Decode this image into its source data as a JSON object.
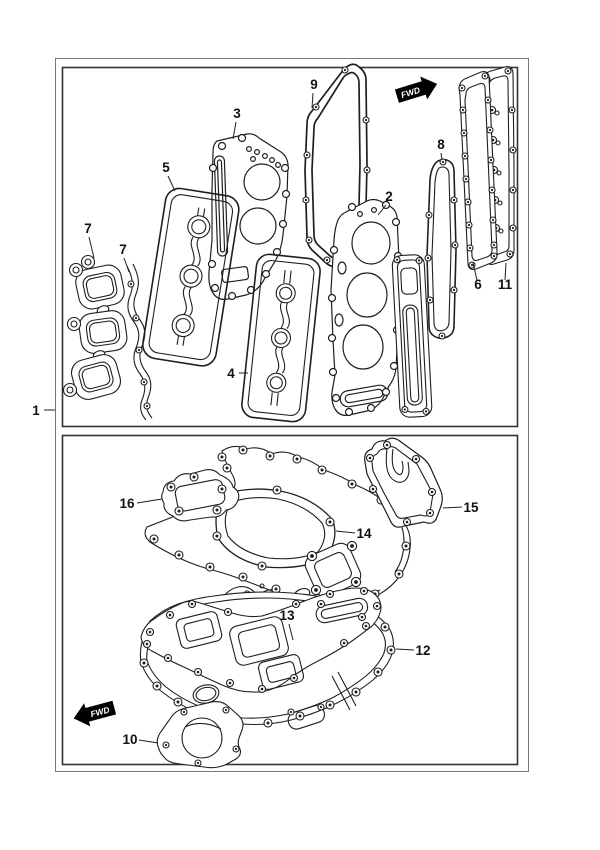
{
  "diagram": {
    "background": "#ffffff",
    "line_color": "#1f1f1f",
    "callouts": {
      "c1": "1",
      "c2": "2",
      "c3": "3",
      "c4": "4",
      "c5": "5",
      "c6": "6",
      "c7a": "7",
      "c7b": "7",
      "c8": "8",
      "c9": "9",
      "c10": "10",
      "c11": "11",
      "c12": "12",
      "c13": "13",
      "c14": "14",
      "c15": "15",
      "c16": "16"
    },
    "direction_arrows": {
      "top": "FWD",
      "bottom": "FWD"
    }
  }
}
